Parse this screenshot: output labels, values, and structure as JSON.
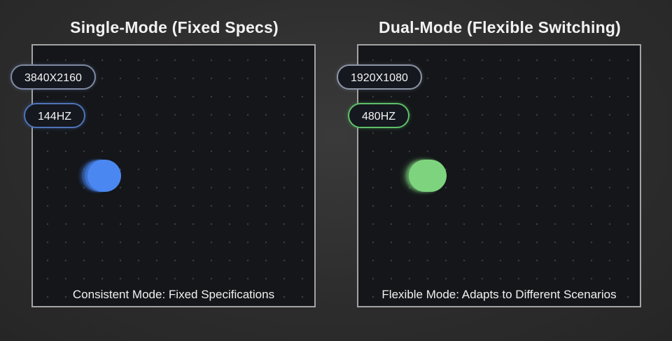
{
  "left_panel": {
    "title": "Single-Mode (Fixed Specs)",
    "resolution": "3840X2160",
    "refresh_rate": "144HZ",
    "caption": "Consistent Mode: Fixed Specifications",
    "accent_color": "#4a87f0"
  },
  "right_panel": {
    "title": "Dual-Mode (Flexible Switching)",
    "resolution": "1920X1080",
    "refresh_rate": "480HZ",
    "caption": "Flexible Mode: Adapts to Different Scenarios",
    "accent_color": "#7ed47e"
  },
  "colors": {
    "background": "#2d2d2d",
    "screen": "#141619",
    "screen_border": "#a3a3a3"
  }
}
